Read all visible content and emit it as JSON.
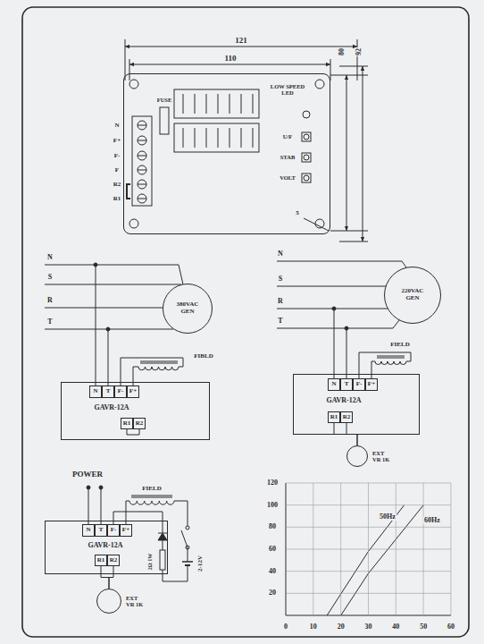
{
  "diagram": {
    "nodes": [
      {
        "text": [
          "FUSE",
          "LOW SPEED LED",
          "U/F",
          "STAB",
          "VOLT"
        ]
      },
      {
        "text": [
          "380VAC GEN"
        ]
      },
      {
        "text": [
          "GAVR-12A"
        ]
      },
      {
        "text": [
          "N"
        ],
        "in": 2
      },
      {
        "text": [
          "T"
        ],
        "in": 2
      },
      {
        "text": [
          "F-"
        ],
        "in": 2
      },
      {
        "text": [
          "F+"
        ],
        "in": 2
      },
      {
        "text": [
          "R1"
        ],
        "in": 2
      },
      {
        "text": [
          "R2"
        ],
        "in": 2
      },
      {
        "text": [
          "220VAC GEN"
        ]
      },
      {
        "text": [
          "GAVR-12A"
        ]
      },
      {
        "text": [
          "N"
        ],
        "in": 10
      },
      {
        "text": [
          "T"
        ],
        "in": 10
      },
      {
        "text": [
          "F-"
        ],
        "in": 10
      },
      {
        "text": [
          "F+"
        ],
        "in": 10
      },
      {
        "text": [
          "R1"
        ],
        "in": 10
      },
      {
        "text": [
          "R2"
        ],
        "in": 10
      },
      {
        "text": [
          "EXT VR 1K"
        ]
      },
      {
        "text": [
          "GAVR-12A"
        ]
      },
      {
        "text": [
          "N"
        ],
        "in": 18
      },
      {
        "text": [
          "T"
        ],
        "in": 18
      },
      {
        "text": [
          "F-"
        ],
        "in": 18
      },
      {
        "text": [
          "F+"
        ],
        "in": 18
      },
      {
        "text": [
          "R1"
        ],
        "in": 18
      },
      {
        "text": [
          "R2"
        ],
        "in": 18
      },
      {
        "text": [
          "EXT VR 1K"
        ]
      }
    ],
    "edges": [
      {
        "from": 7,
        "to": 8,
        "arrow": "none"
      },
      {
        "from": 15,
        "to": 17,
        "arrow": "none"
      },
      {
        "from": 16,
        "to": 17,
        "arrow": "none"
      },
      {
        "from": 23,
        "to": 25,
        "arrow": "none"
      },
      {
        "from": 24,
        "to": 25,
        "arrow": "none"
      }
    ],
    "labels": [
      "121",
      "110",
      "80",
      "92",
      "5",
      "N",
      "F+",
      "F-",
      "F",
      "R2",
      "R1",
      "N",
      "S",
      "R",
      "T",
      "FIBLD",
      "N",
      "S",
      "R",
      "T",
      "FIELD",
      "POWER",
      "FIELD",
      "2Ω 1W",
      "2-12V",
      "120",
      "100",
      "80",
      "60",
      "40",
      "20",
      "0",
      "10",
      "20",
      "30",
      "40",
      "50",
      "60",
      "50Hz",
      "60Hz"
    ]
  }
}
